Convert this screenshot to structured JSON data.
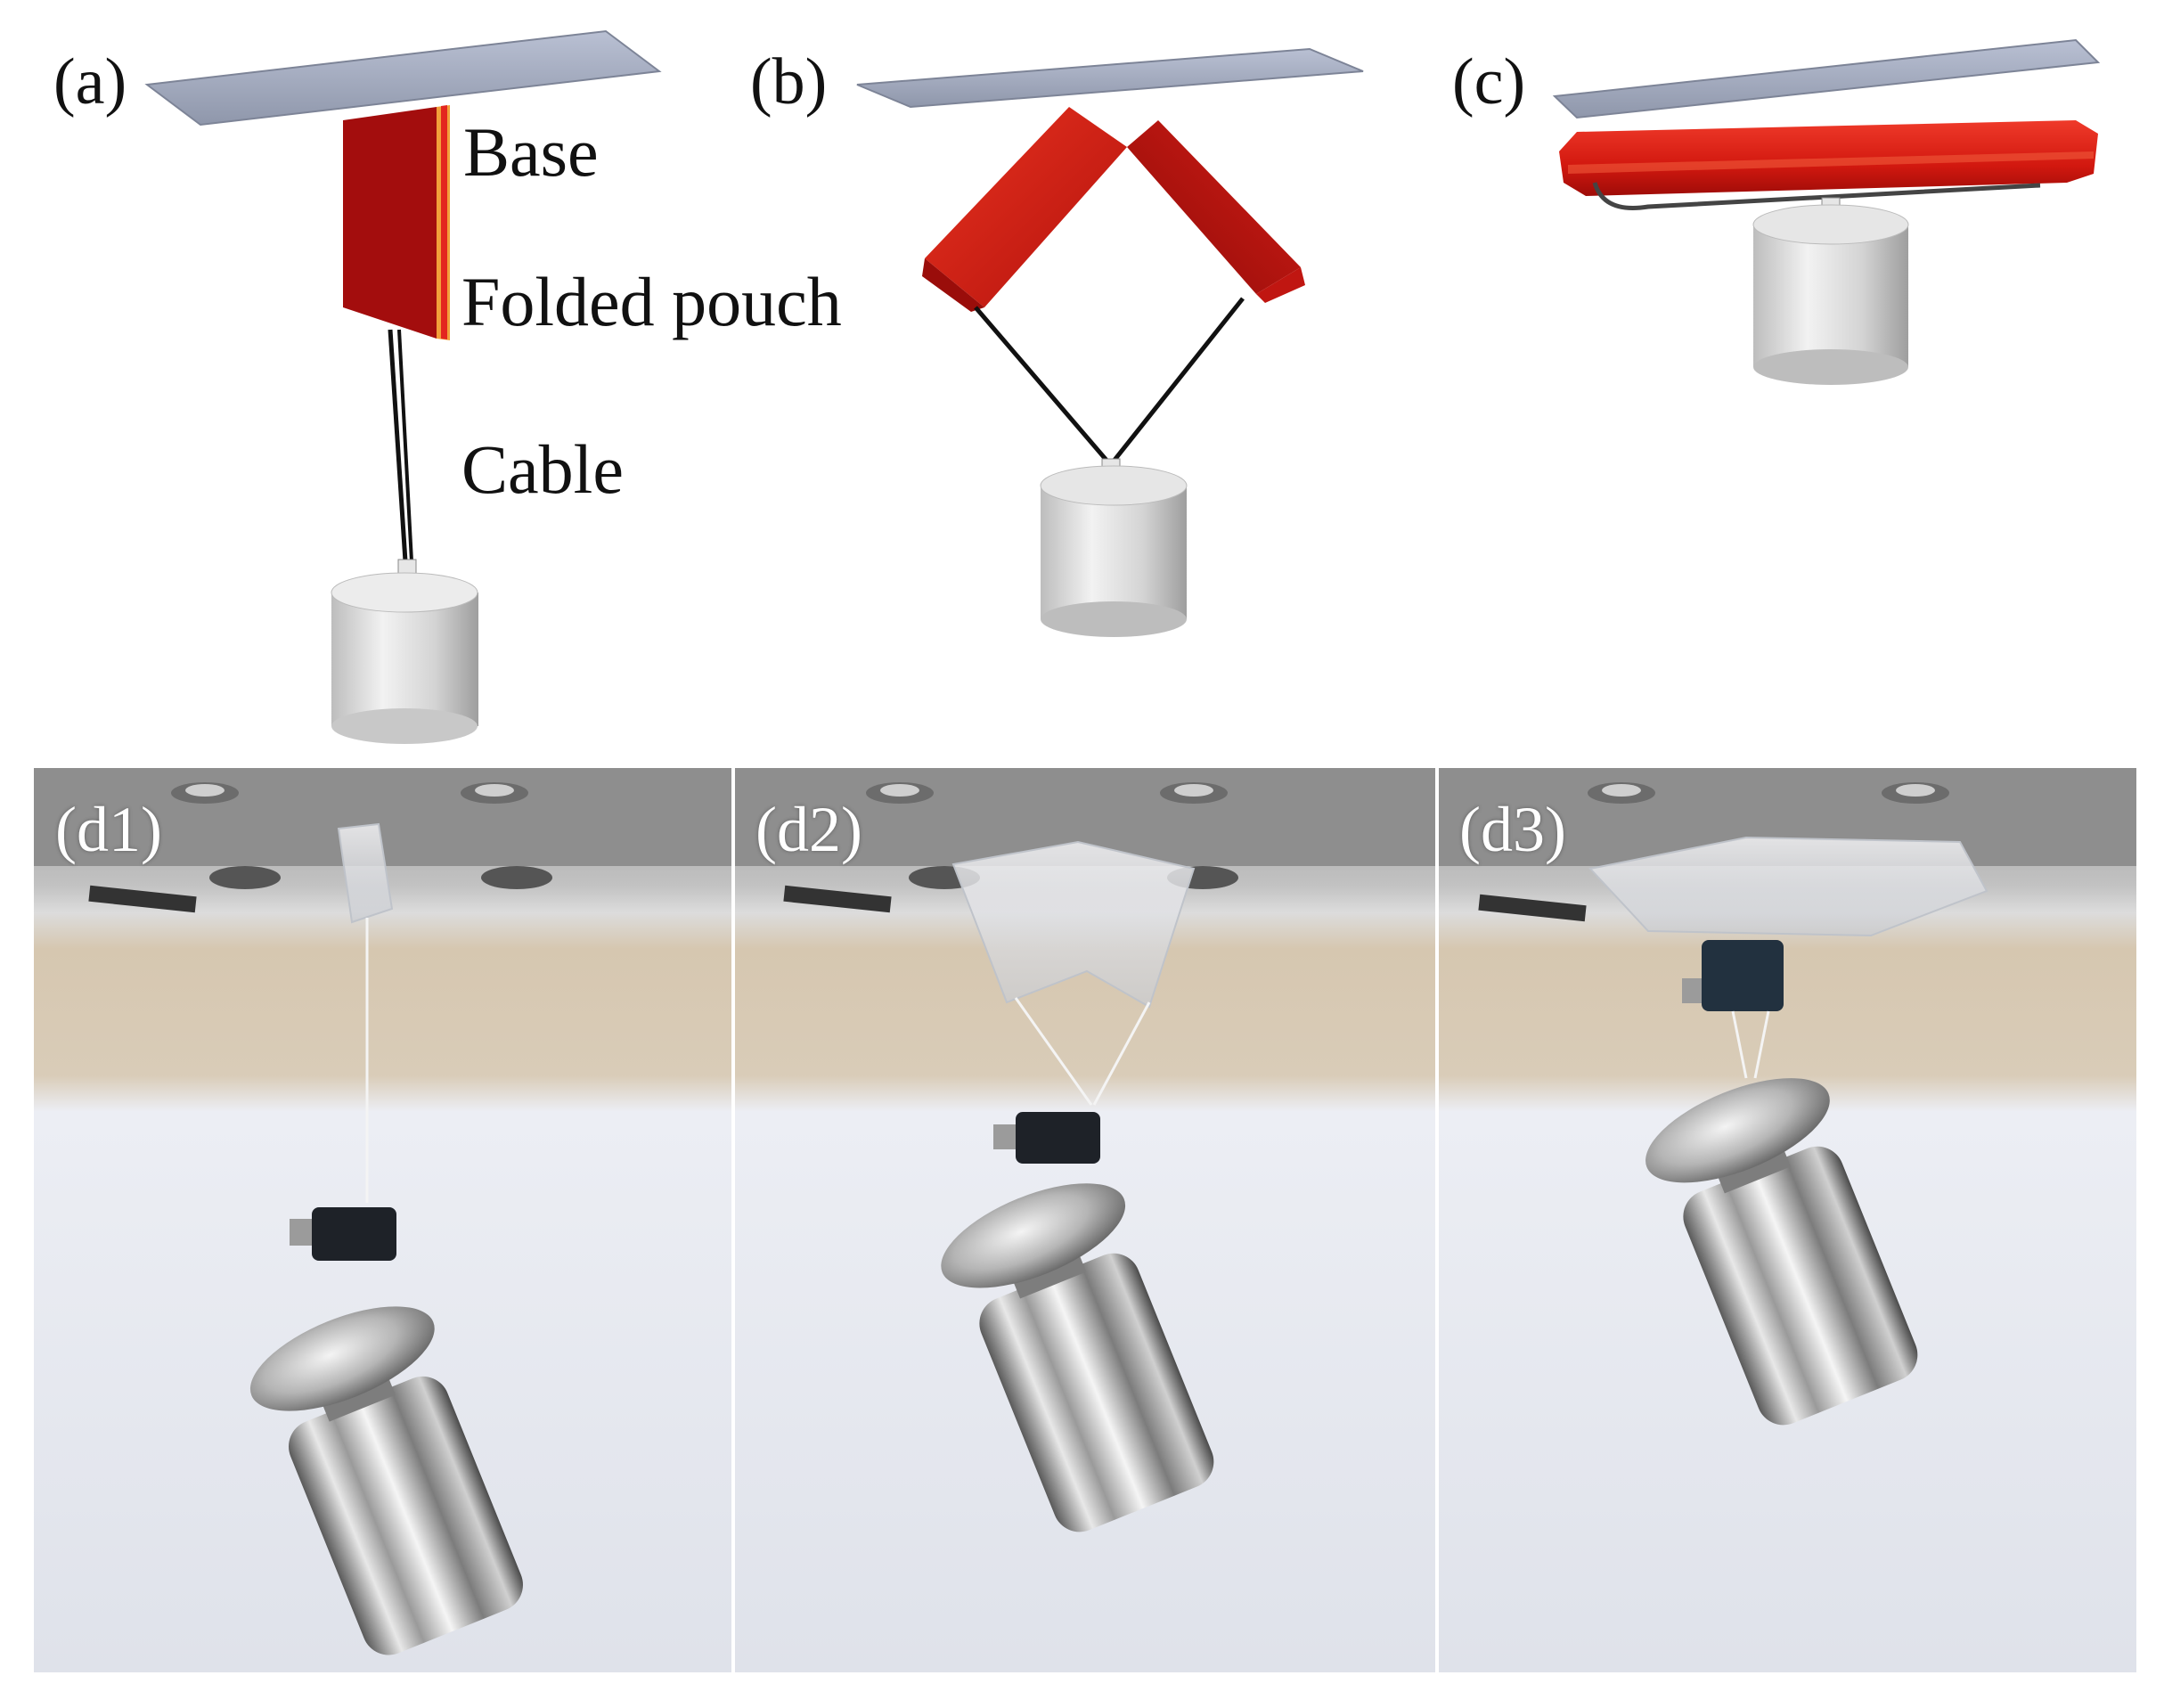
{
  "panels": {
    "a": {
      "label": "(a)"
    },
    "b": {
      "label": "(b)"
    },
    "c": {
      "label": "(c)"
    },
    "d1": {
      "label": "(d1)"
    },
    "d2": {
      "label": "(d2)"
    },
    "d3": {
      "label": "(d3)"
    }
  },
  "annotations": {
    "base": "Base",
    "folded_pouch": "Folded pouch",
    "cable": "Cable"
  },
  "colors": {
    "base_plate": "#a9b1c6",
    "pouch_dark": "#a30d0d",
    "pouch_bright": "#e3261f",
    "pouch_edge": "#f2a03a",
    "weight_gray": "#d9d9d9",
    "photo_background": "#ccc2b2"
  }
}
